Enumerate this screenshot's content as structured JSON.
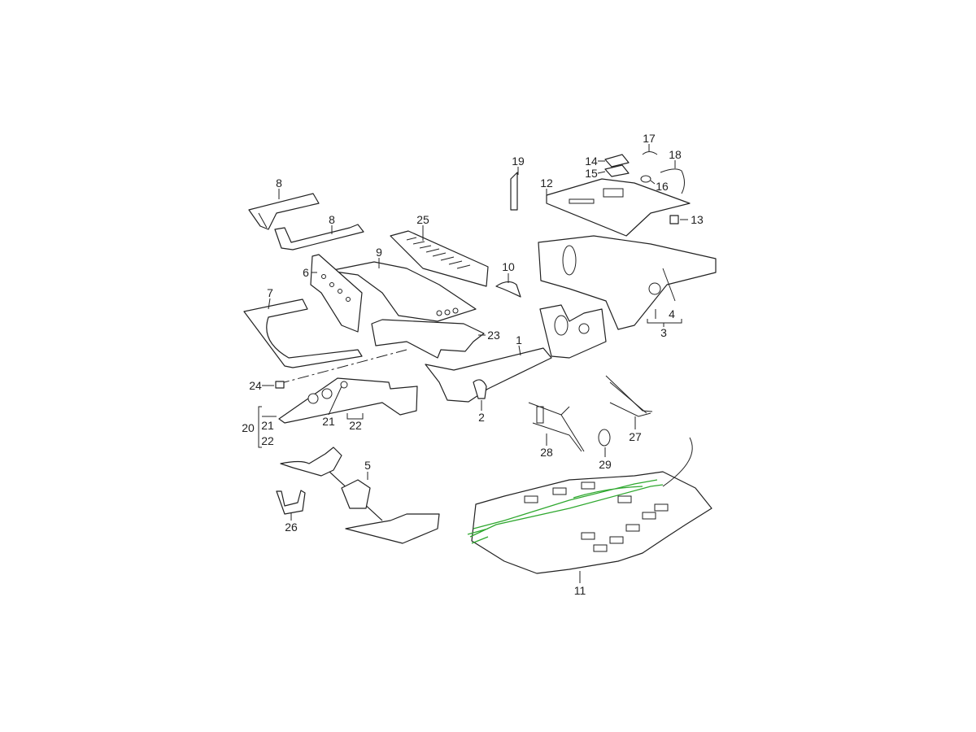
{
  "diagram": {
    "highlight_color": "#2fa82f",
    "callouts": {
      "p1": "1",
      "p2": "2",
      "p3": "3",
      "p4": "4",
      "p5": "5",
      "p6": "6",
      "p7": "7",
      "p8a": "8",
      "p8b": "8",
      "p9": "9",
      "p10": "10",
      "p11": "11",
      "p12": "12",
      "p13": "13",
      "p14": "14",
      "p15": "15",
      "p16": "16",
      "p17": "17",
      "p18": "18",
      "p19": "19",
      "p20": "20",
      "p20_21": "21",
      "p20_22": "22",
      "p21": "21",
      "p22": "22",
      "p23": "23",
      "p24": "24",
      "p25": "25",
      "p26": "26",
      "p27": "27",
      "p28": "28",
      "p29": "29"
    }
  }
}
